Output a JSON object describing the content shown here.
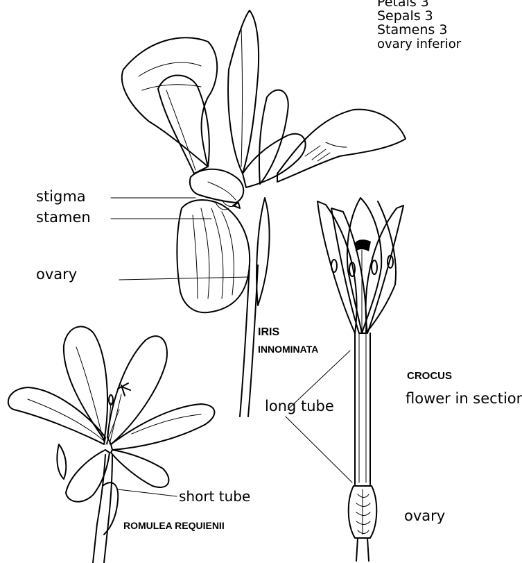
{
  "legend": {
    "line1": "Petals 3",
    "line2": "Sepals 3",
    "line3": "Stamens 3",
    "line4": "ovary inferior"
  },
  "iris": {
    "title1": "IRIS",
    "title2": "INNOMINATA",
    "labels": {
      "stigma": "stigma",
      "stamen": "stamen",
      "ovary": "ovary"
    }
  },
  "crocus": {
    "title": "CROCUS",
    "subtitle": "flower in section",
    "long_tube": "long tube",
    "ovary": "ovary"
  },
  "romulea": {
    "title": "ROMULEA REQUIENII",
    "short_tube": "short tube"
  }
}
